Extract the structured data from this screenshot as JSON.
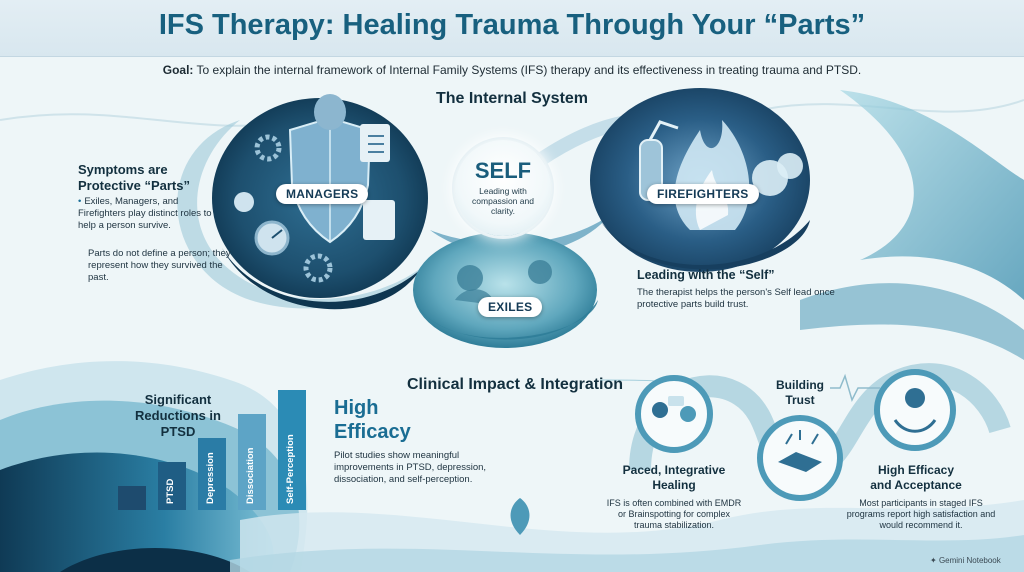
{
  "header": {
    "title": "IFS Therapy: Healing Trauma Through Your “Parts”",
    "goal_label": "Goal:",
    "goal_text": "To explain the internal framework of Internal Family Systems (IFS) therapy and its effectiveness in treating trauma and PTSD."
  },
  "internal_system": {
    "heading": "The Internal System",
    "symptoms": {
      "title": "Symptoms are Protective “Parts”",
      "bullet": "Exiles, Managers, and Firefighters play distinct roles to help a person survive.",
      "note": "Parts do not define a person; they represent how they survived the past."
    },
    "parts": {
      "managers": "MANAGERS",
      "firefighters": "FIREFIGHTERS",
      "exiles": "EXILES"
    },
    "self": {
      "title": "SELF",
      "subtitle": "Leading with compassion and clarity."
    },
    "leading": {
      "title": "Leading with the “Self”",
      "text": "The therapist helps the person's Self lead once protective parts build trust."
    }
  },
  "clinical": {
    "heading": "Clinical Impact & Integration",
    "chart_title": "Significant Reductions in PTSD",
    "high_efficacy": {
      "title": "High Efficacy",
      "text": "Pilot studies show meaningful improvements in PTSD, depression, dissociation, and self-perception."
    },
    "steps": [
      {
        "title": "Paced, Integrative Healing",
        "text": "IFS is often combined with EMDR or Brainspotting for complex trauma stabilization."
      },
      {
        "title": "Building Trust",
        "text": ""
      },
      {
        "title": "High Efficacy and Acceptance",
        "text": "Most participants in staged IFS programs report high satisfaction and would recommend it."
      }
    ]
  },
  "chart_data": {
    "type": "bar",
    "title": "Significant Reductions in PTSD",
    "categories": [
      "",
      "PTSD",
      "Depression",
      "Dissociation",
      "Self-Perception"
    ],
    "values": [
      1,
      2,
      3,
      4,
      5
    ],
    "xlabel": "",
    "ylabel": "",
    "grid": false,
    "colors": [
      "#1e4b6e",
      "#1f5d84",
      "#2a7ca6",
      "#5da4c6",
      "#2b8bb5"
    ]
  },
  "footer": {
    "brand": "Gemini Notebook"
  },
  "colors": {
    "title": "#18607f",
    "accent": "#1a6d93",
    "dark_blue": "#143a55"
  }
}
